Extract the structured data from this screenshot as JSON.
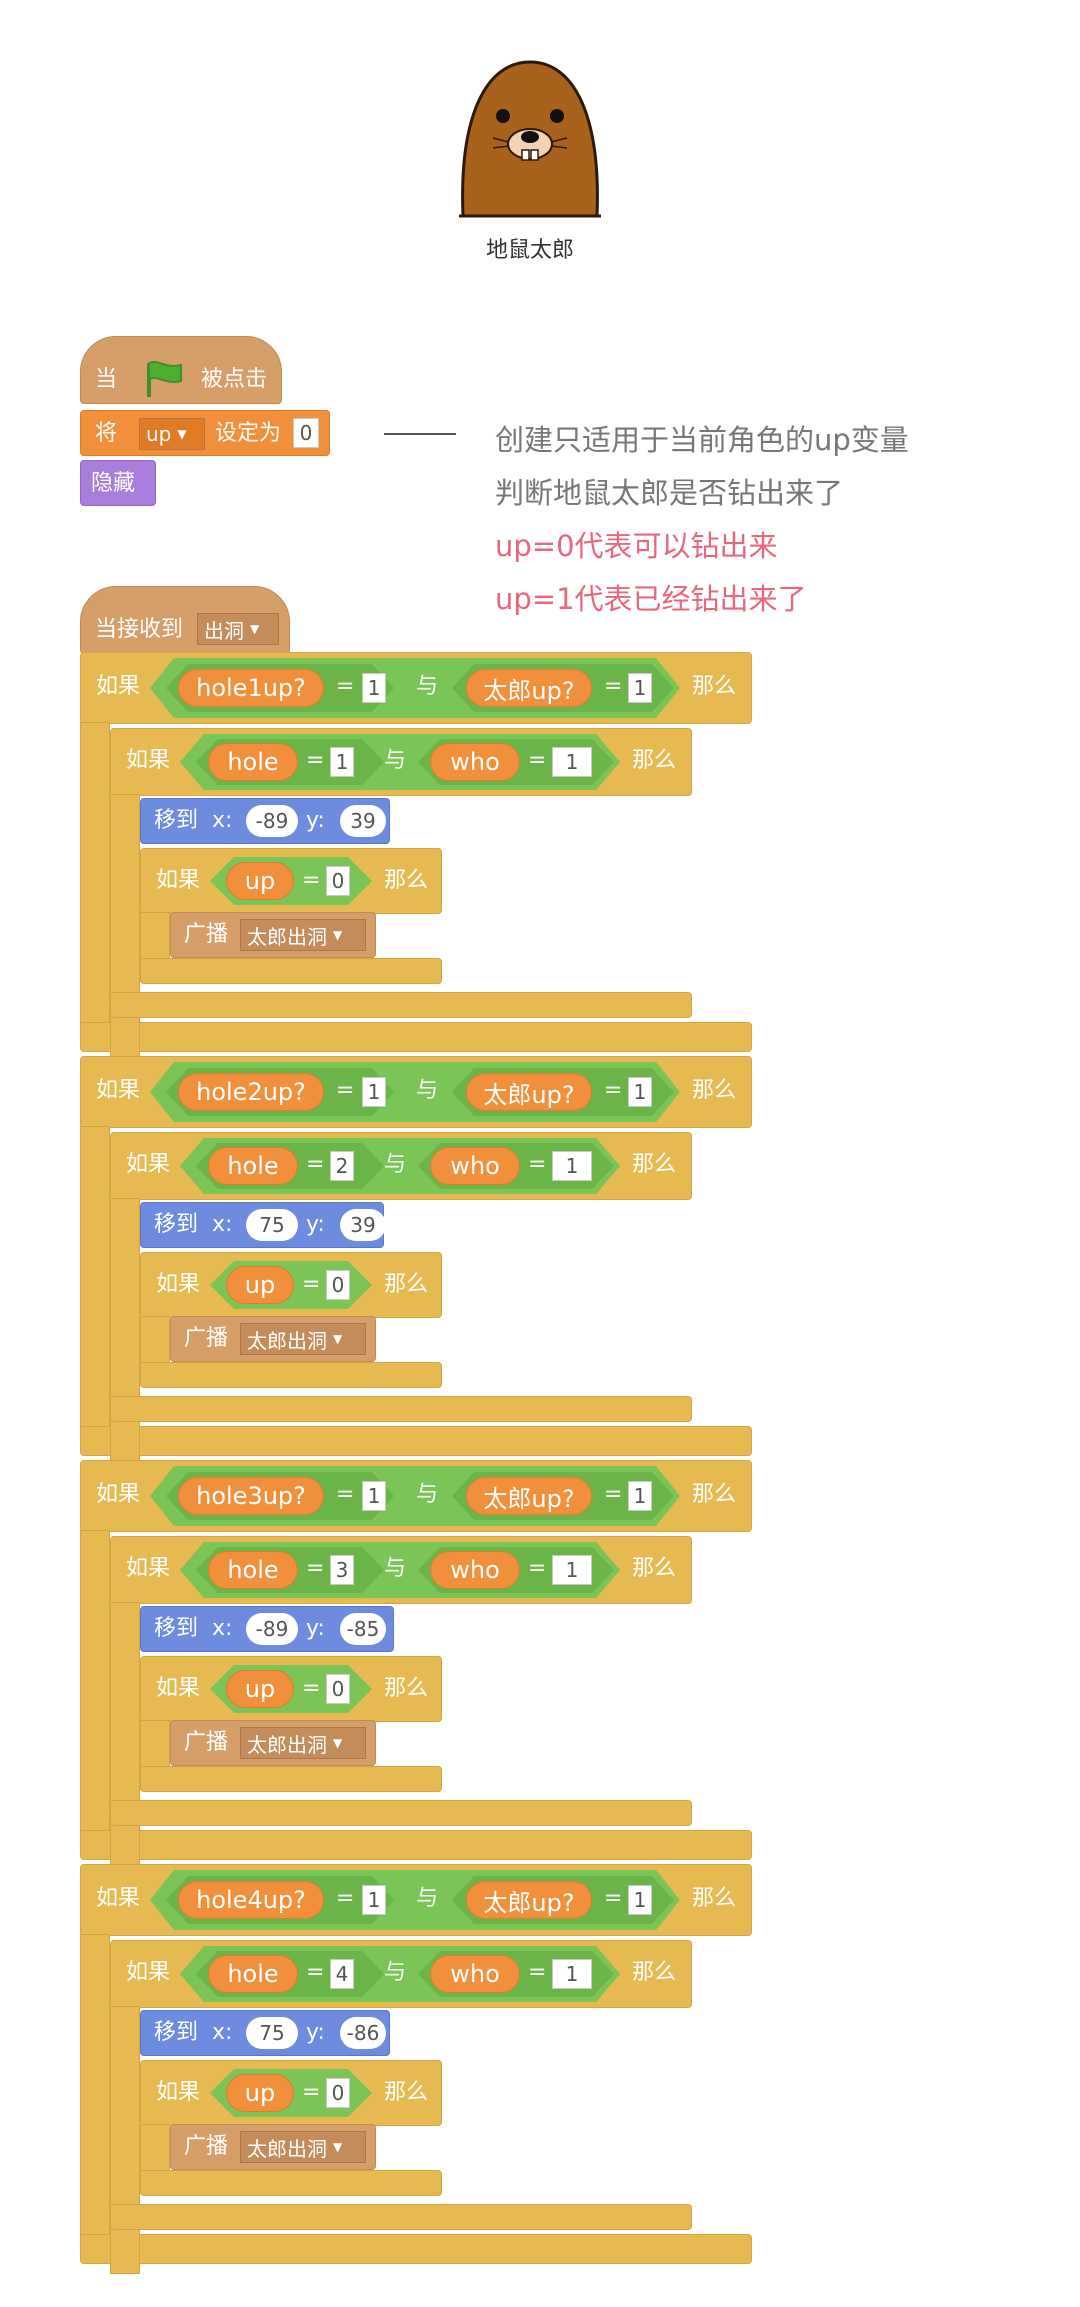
{
  "sprite": {
    "name": "地鼠太郎"
  },
  "script1": {
    "hat_when": "当",
    "hat_clicked": "被点击",
    "set_label": "将",
    "set_var": "up",
    "set_to": "设定为",
    "set_value": "0",
    "hide": "隐藏"
  },
  "notes": [
    "创建只适用于当前角色的up变量",
    "判断地鼠太郎是否钻出来了",
    "up=0代表可以钻出来",
    "up=1代表已经钻出来了"
  ],
  "script2": {
    "hat_label": "当接收到",
    "hat_message": "出洞",
    "keywords": {
      "if": "如果",
      "then": "那么",
      "and": "与",
      "eq": "=",
      "goto": "移到",
      "x": "x:",
      "y": "y:",
      "broadcast": "广播"
    },
    "blocks": [
      {
        "hole_var": "hole1up?",
        "taro_var": "太郎up?",
        "v1": "1",
        "v2": "1",
        "hole": "hole",
        "hole_num": "1",
        "who": "who",
        "who_num": "1",
        "x": "-89",
        "y": "39",
        "up": "up",
        "up_val": "0",
        "message": "太郎出洞"
      },
      {
        "hole_var": "hole2up?",
        "taro_var": "太郎up?",
        "v1": "1",
        "v2": "1",
        "hole": "hole",
        "hole_num": "2",
        "who": "who",
        "who_num": "1",
        "x": "75",
        "y": "39",
        "up": "up",
        "up_val": "0",
        "message": "太郎出洞"
      },
      {
        "hole_var": "hole3up?",
        "taro_var": "太郎up?",
        "v1": "1",
        "v2": "1",
        "hole": "hole",
        "hole_num": "3",
        "who": "who",
        "who_num": "1",
        "x": "-89",
        "y": "-85",
        "up": "up",
        "up_val": "0",
        "message": "太郎出洞"
      },
      {
        "hole_var": "hole4up?",
        "taro_var": "太郎up?",
        "v1": "1",
        "v2": "1",
        "hole": "hole",
        "hole_num": "4",
        "who": "who",
        "who_num": "1",
        "x": "75",
        "y": "-86",
        "up": "up",
        "up_val": "0",
        "message": "太郎出洞"
      }
    ]
  },
  "colors": {
    "control": "#e6b951",
    "operator": "#7ac555",
    "variable": "#f28f3b",
    "event": "#d69f6a",
    "motion": "#6d8bdf",
    "looks": "#a97ddc",
    "note_gray": "#777777",
    "note_red": "#e8677a"
  }
}
